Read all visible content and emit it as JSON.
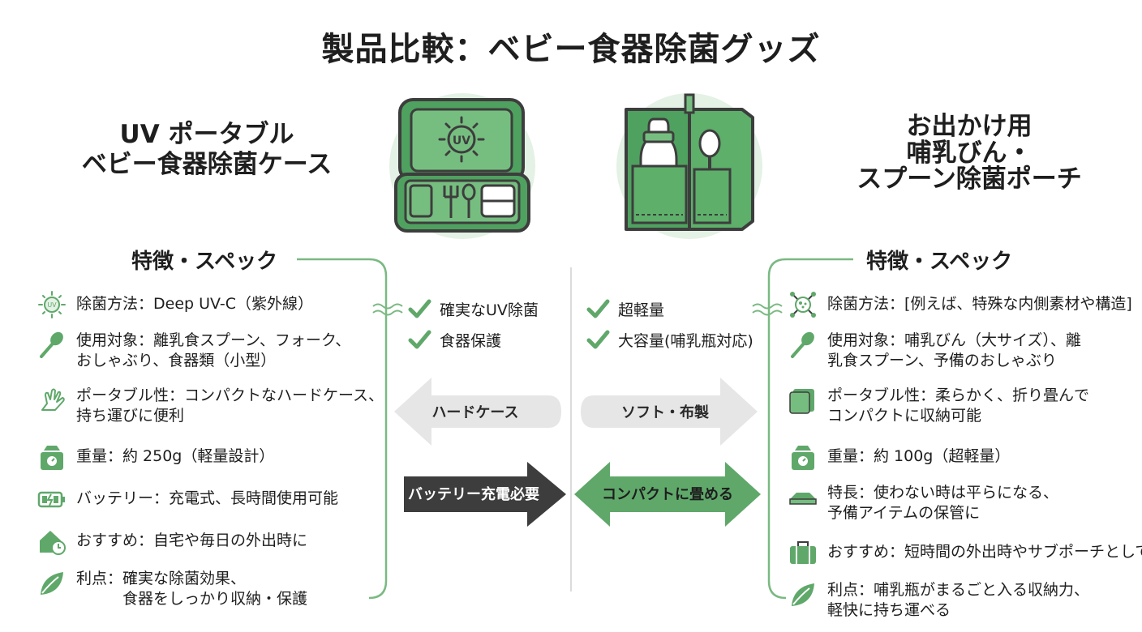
{
  "title": "製品比較：ベビー食器除菌グッズ",
  "left": {
    "product_name": "UV ポータブル\nベビー食器除菌ケース",
    "section_title": "特徴・スペック",
    "features": [
      {
        "icon": "uv-sun-icon",
        "text": "除菌方法：Deep UV-C（紫外線）"
      },
      {
        "icon": "spoon-icon",
        "text": "使用対象：離乳食スプーン、フォーク、\nおしゃぶり、食器類（小型）"
      },
      {
        "icon": "hand-icon",
        "text": "ポータブル性：コンパクトなハードケース、\n持ち運びに便利"
      },
      {
        "icon": "scale-icon",
        "text": "重量：約 250g（軽量設計）"
      },
      {
        "icon": "battery-icon",
        "text": "バッテリー：充電式、長時間使用可能"
      },
      {
        "icon": "home-clock-icon",
        "text": "おすすめ：自宅や毎日の外出時に"
      },
      {
        "icon": "leaf-icon",
        "text": "利点：確実な除菌効果、\n　　　食器をしっかり収納・保護"
      }
    ]
  },
  "right": {
    "product_name": "お出かけ用\n哺乳びん・\nスプーン除菌ポーチ",
    "section_title": "特徴・スペック",
    "features": [
      {
        "icon": "molecule-icon",
        "text": "除菌方法：[例えば、特殊な内側素材や構造]"
      },
      {
        "icon": "spoon-icon",
        "text": "使用対象：哺乳びん（大サイズ）、離\n乳食スプーン、予備のおしゃぶり"
      },
      {
        "icon": "folded-fabric-icon",
        "text": "ポータブル性：柔らかく、折り畳んで\nコンパクトに収納可能"
      },
      {
        "icon": "scale-icon",
        "text": "重量：約 100g（超軽量）"
      },
      {
        "icon": "flat-pouch-icon",
        "text": "特長：使わない時は平らになる、\n予備アイテムの保管に"
      },
      {
        "icon": "bag-icon",
        "text": "おすすめ：短時間の外出時やサブポーチとして"
      },
      {
        "icon": "leaf-icon",
        "text": "利点：哺乳瓶がまるごと入る収納力、\n軽快に持ち運べる"
      }
    ]
  },
  "center": {
    "left_checks": [
      "確実なUV除菌",
      "食器保護"
    ],
    "right_checks": [
      "超軽量",
      "大容量(哺乳瓶対応)"
    ],
    "left_arrow_1": "ハードケース",
    "right_arrow_1": "ソフト・布製",
    "left_arrow_2": "バッテリー充電必要",
    "right_arrow_2": "コンパクトに畳める"
  },
  "uv_label": "UV",
  "colors": {
    "accent": "#5fa86a",
    "accent_light": "#e4f1e5",
    "dark": "#3d3d3d",
    "gray_arrow": "#e6e6e6"
  }
}
